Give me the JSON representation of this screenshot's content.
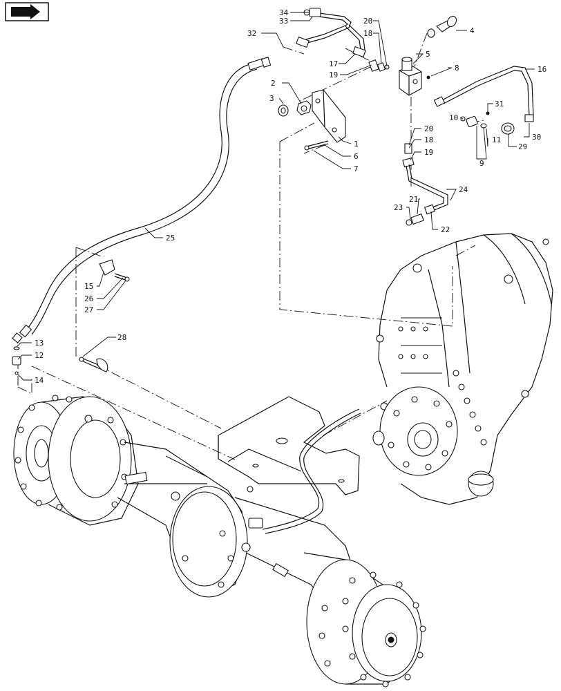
{
  "toolbar": {
    "icon": "next-page-arrow-icon"
  },
  "callouts": [
    {
      "id": "c1",
      "text": "1"
    },
    {
      "id": "c2",
      "text": "2"
    },
    {
      "id": "c3",
      "text": "3"
    },
    {
      "id": "c4",
      "text": "4"
    },
    {
      "id": "c5",
      "text": "5"
    },
    {
      "id": "c6",
      "text": "6"
    },
    {
      "id": "c7",
      "text": "7"
    },
    {
      "id": "c8",
      "text": "8"
    },
    {
      "id": "c9",
      "text": "9"
    },
    {
      "id": "c10",
      "text": "10"
    },
    {
      "id": "c11",
      "text": "11"
    },
    {
      "id": "c12",
      "text": "12"
    },
    {
      "id": "c13",
      "text": "13"
    },
    {
      "id": "c14",
      "text": "14"
    },
    {
      "id": "c15",
      "text": "15"
    },
    {
      "id": "c16",
      "text": "16"
    },
    {
      "id": "c17",
      "text": "17"
    },
    {
      "id": "c18a",
      "text": "18"
    },
    {
      "id": "c18b",
      "text": "18"
    },
    {
      "id": "c19a",
      "text": "19"
    },
    {
      "id": "c19b",
      "text": "19"
    },
    {
      "id": "c20a",
      "text": "20"
    },
    {
      "id": "c20b",
      "text": "20"
    },
    {
      "id": "c21",
      "text": "21"
    },
    {
      "id": "c22",
      "text": "22"
    },
    {
      "id": "c23",
      "text": "23"
    },
    {
      "id": "c24",
      "text": "24"
    },
    {
      "id": "c25",
      "text": "25"
    },
    {
      "id": "c26",
      "text": "26"
    },
    {
      "id": "c27",
      "text": "27"
    },
    {
      "id": "c28",
      "text": "28"
    },
    {
      "id": "c29",
      "text": "29"
    },
    {
      "id": "c30",
      "text": "30"
    },
    {
      "id": "c31",
      "text": "31"
    },
    {
      "id": "c32",
      "text": "32"
    },
    {
      "id": "c33",
      "text": "33"
    },
    {
      "id": "c34",
      "text": "34"
    }
  ]
}
